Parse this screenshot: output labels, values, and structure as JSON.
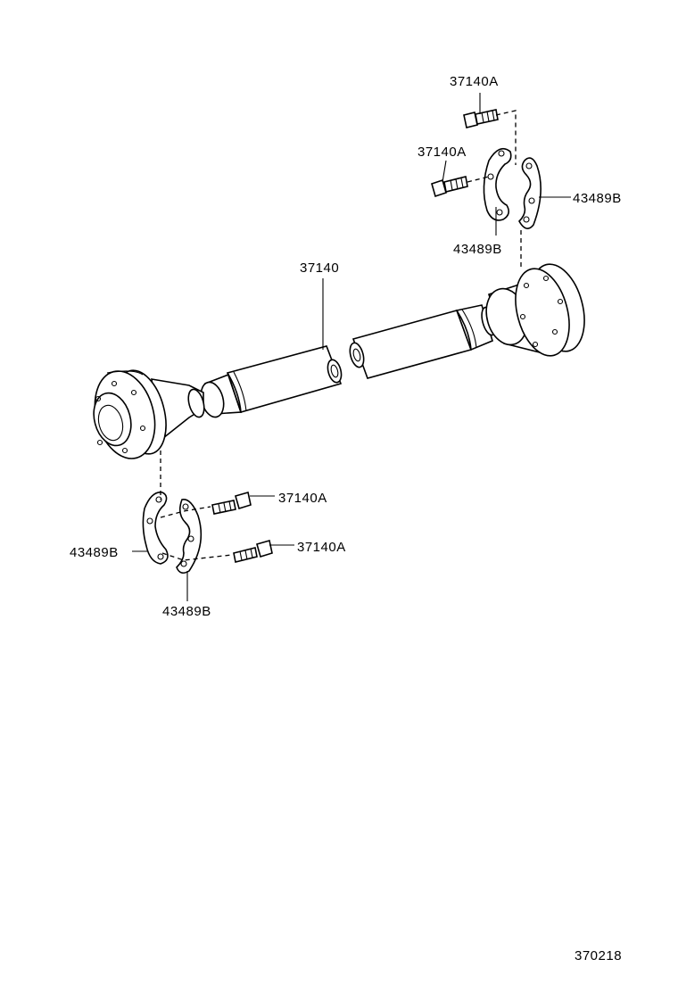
{
  "diagram": {
    "labels": {
      "top_bolt": "37140A",
      "upper_bolt": "37140A",
      "upper_right_plate": "43489B",
      "upper_left_plate": "43489B",
      "shaft": "37140",
      "lower_bolt_upper": "37140A",
      "lower_bolt_lower": "37140A",
      "lower_left_plate": "43489B",
      "lower_bottom_plate": "43489B"
    },
    "figure_number": "370218",
    "colors": {
      "ink": "#000000",
      "paper": "#ffffff"
    }
  }
}
